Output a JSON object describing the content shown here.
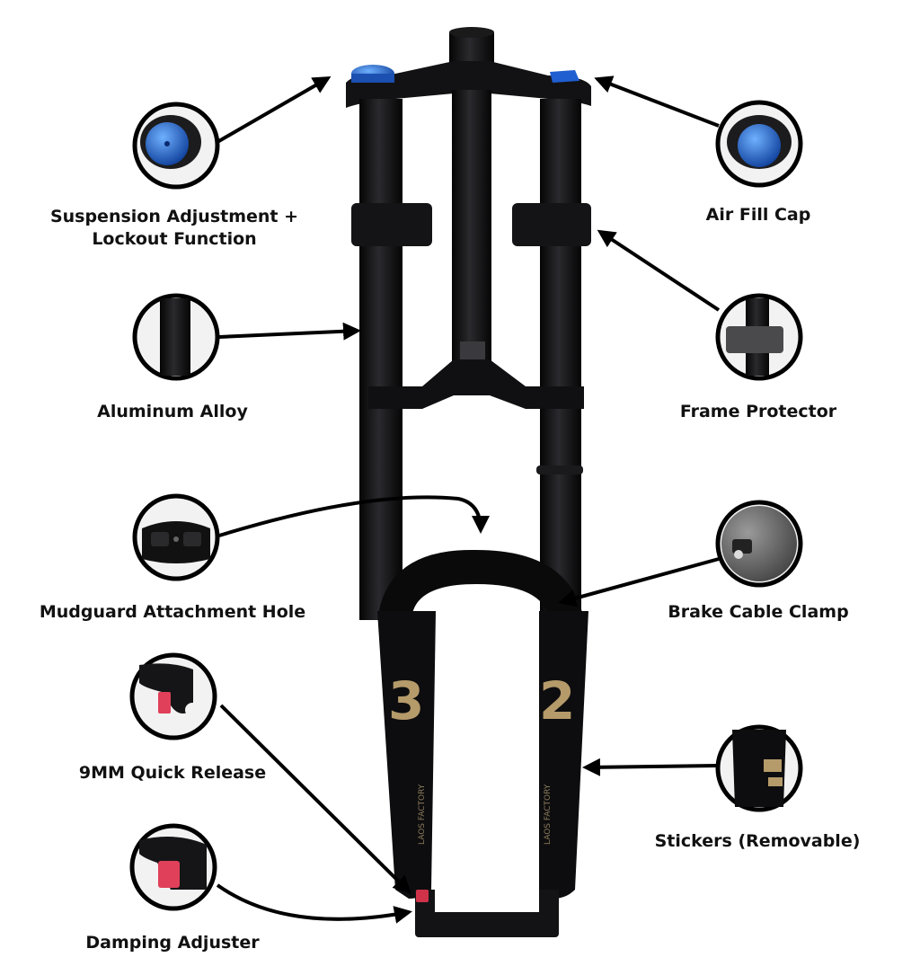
{
  "callouts": [
    {
      "id": "suspension",
      "lines": [
        "Suspension Adjustment +",
        "Lockout Function"
      ],
      "icon": "knob-icon"
    },
    {
      "id": "air-fill",
      "lines": [
        "Air Fill Cap"
      ],
      "icon": "air-cap-icon"
    },
    {
      "id": "aluminum",
      "lines": [
        "Aluminum Alloy"
      ],
      "icon": "tube-icon"
    },
    {
      "id": "frame-protector",
      "lines": [
        "Frame Protector"
      ],
      "icon": "protector-icon"
    },
    {
      "id": "mudguard",
      "lines": [
        "Mudguard Attachment Hole"
      ],
      "icon": "mount-hole-icon"
    },
    {
      "id": "brake-clamp",
      "lines": [
        "Brake Cable Clamp"
      ],
      "icon": "cable-clamp-icon"
    },
    {
      "id": "quick-release",
      "lines": [
        "9MM Quick Release"
      ],
      "icon": "dropout-icon"
    },
    {
      "id": "stickers",
      "lines": [
        "Stickers (Removable)"
      ],
      "icon": "sticker-icon"
    },
    {
      "id": "damping",
      "lines": [
        "Damping Adjuster"
      ],
      "icon": "damping-knob-icon"
    }
  ],
  "fork": {
    "decal_left": "3",
    "decal_right": "2",
    "brand_text": "LAOS FACTORY"
  },
  "colors": {
    "fork_black": "#0d0d0f",
    "knob_blue": "#1f6fe0",
    "adjuster_red": "#e0405a",
    "decal_gold": "#b59a6a",
    "arrow": "#000000"
  }
}
